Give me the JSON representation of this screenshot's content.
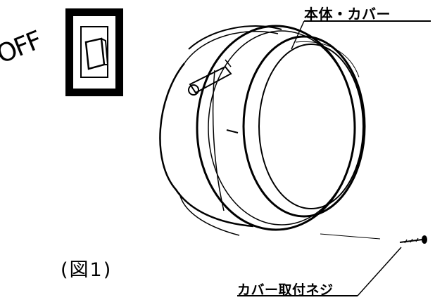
{
  "labels": {
    "switch_state": "OFF",
    "body_cover": "本体・カバー",
    "cover_screw": "カバー取付ネジ",
    "figure": "(図1)"
  },
  "colors": {
    "line": "#000000",
    "background": "#ffffff"
  }
}
